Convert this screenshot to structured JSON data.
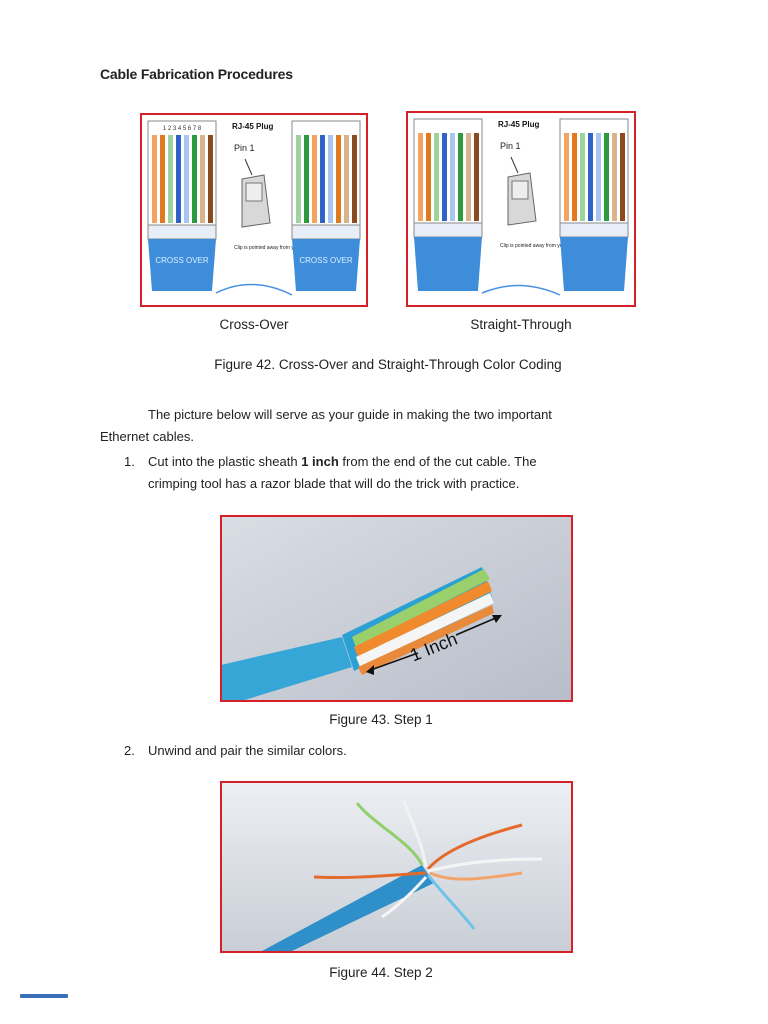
{
  "page": {
    "heading": "Cable Fabrication Procedures",
    "figure42": {
      "left_diagram": {
        "plug_label": "RJ-45 Plug",
        "pin_label": "Pin 1",
        "clip_note": "Clip is pointed away from you.",
        "connector_left_text": "CROSS OVER",
        "connector_right_text": "CROSS OVER",
        "name": "Cross-Over"
      },
      "right_diagram": {
        "plug_label": "RJ-45 Plug",
        "pin_label": "Pin 1",
        "clip_note": "Clip is pointed away from you.",
        "name": "Straight-Through"
      },
      "pin_numbers": "1 2 3 4 5 6 7 8",
      "caption": "Figure 42. Cross-Over and Straight-Through Color Coding"
    },
    "intro_line1": "The picture below will serve as your guide in making the two important",
    "intro_line2": "Ethernet cables.",
    "step1": {
      "number": "1.",
      "text_a": "Cut into the plastic sheath ",
      "text_bold": "1 inch",
      "text_b": " from the end of the cut cable. The",
      "text_line2": "crimping tool has a razor blade that will do the trick with practice."
    },
    "photo1_label": "1 Inch",
    "caption43": "Figure 43. Step 1",
    "step2": {
      "number": "2.",
      "text": "Unwind and pair the similar colors."
    },
    "caption44": "Figure 44. Step 2"
  }
}
